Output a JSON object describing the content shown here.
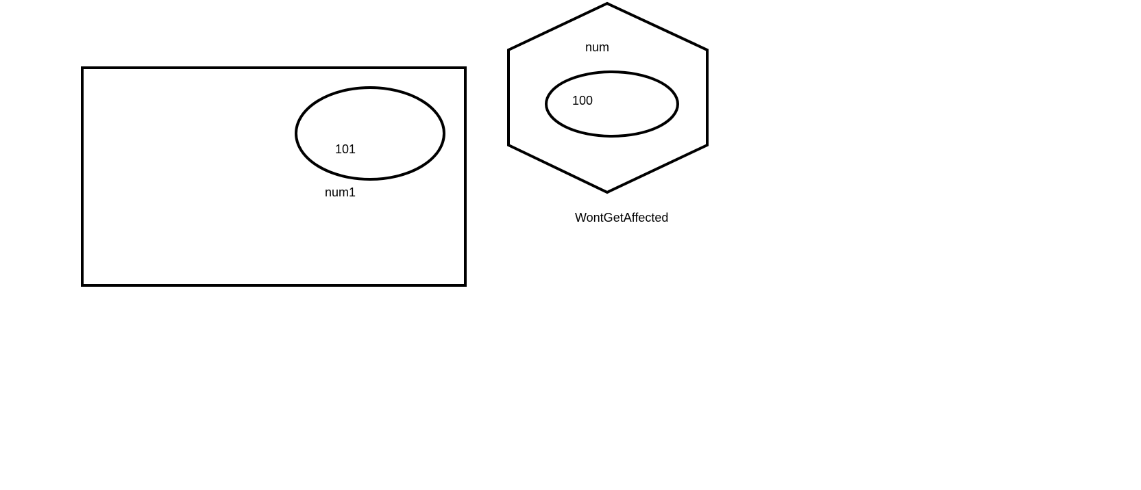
{
  "diagram": {
    "left_group": {
      "value": "101",
      "name": "num1"
    },
    "right_group": {
      "name": "num",
      "value": "100",
      "caption": "WontGetAffected"
    }
  }
}
